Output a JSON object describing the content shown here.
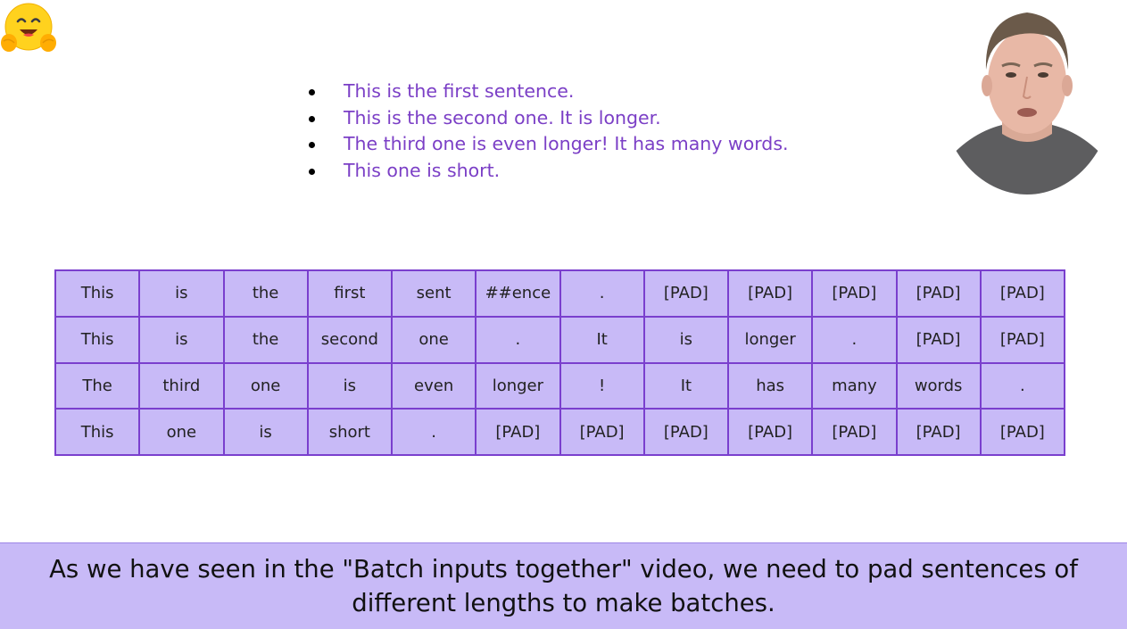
{
  "bullets": [
    "This is the first sentence.",
    "This is the second one. It is longer.",
    "The third one is even longer! It has many words.",
    "This one is short."
  ],
  "token_table": {
    "rows": [
      [
        "This",
        "is",
        "the",
        "first",
        "sent",
        "##ence",
        ".",
        "[PAD]",
        "[PAD]",
        "[PAD]",
        "[PAD]",
        "[PAD]"
      ],
      [
        "This",
        "is",
        "the",
        "second",
        "one",
        ".",
        "It",
        "is",
        "longer",
        ".",
        "[PAD]",
        "[PAD]"
      ],
      [
        "The",
        "third",
        "one",
        "is",
        "even",
        "longer",
        "!",
        "It",
        "has",
        "many",
        "words",
        "."
      ],
      [
        "This",
        "one",
        "is",
        "short",
        ".",
        "[PAD]",
        "[PAD]",
        "[PAD]",
        "[PAD]",
        "[PAD]",
        "[PAD]",
        "[PAD]"
      ]
    ]
  },
  "subtitle": {
    "text": "As we have seen in the \"Batch inputs together\" video, we need to pad sentences of different lengths to make batches."
  },
  "colors": {
    "accent_purple": "#7b3fc6",
    "table_fill": "#c8baf7",
    "table_border": "#7a3fce"
  }
}
